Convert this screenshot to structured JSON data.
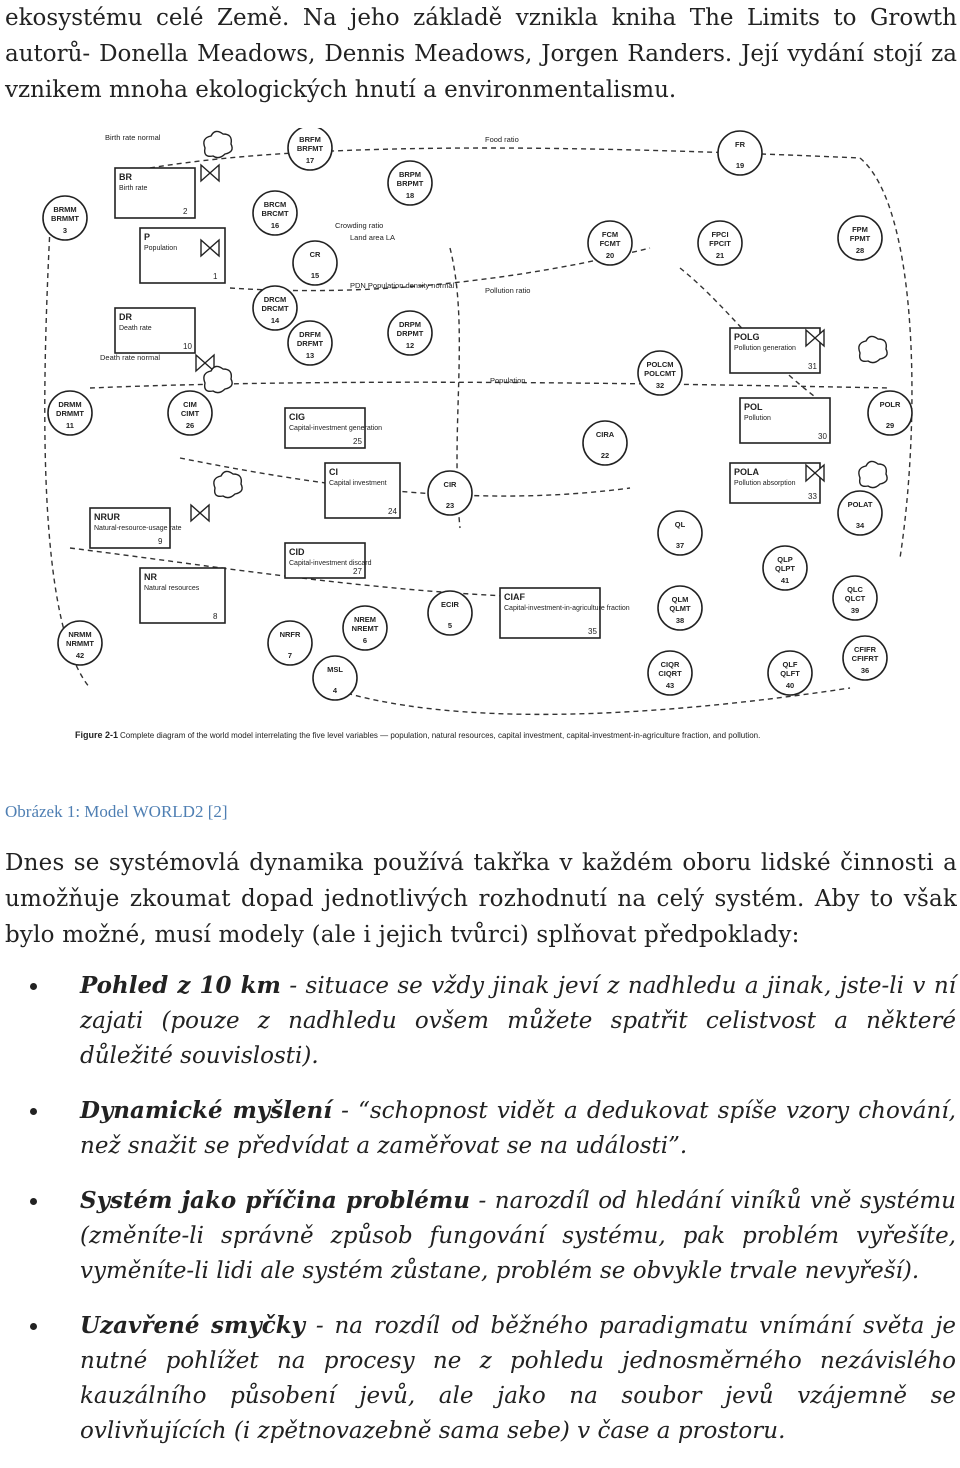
{
  "intro_text": "ekosystému celé Země. Na jeho základě vznikla kniha The Limits to Growth autorů- Donella Meadows, Dennis Meadows, Jorgen Randers. Její vydání stojí za vznikem mnoha ekologických hnutí a environmentalismu.",
  "figure": {
    "figure_label": "Figure 2-1",
    "figure_caption": "Complete diagram of the world model interrelating the five level variables — population, natural resources, capital investment, capital-investment-in-agriculture fraction, and pollution.",
    "levels": [
      {
        "id": "p",
        "code": "P",
        "name": "Population",
        "num": "1"
      },
      {
        "id": "cig",
        "code": "CIG",
        "name": "Capital-investment generation",
        "num": "25"
      },
      {
        "id": "ci",
        "code": "CI",
        "name": "Capital investment",
        "num": "24"
      },
      {
        "id": "cid",
        "code": "CID",
        "name": "Capital-investment discard",
        "num": "27"
      },
      {
        "id": "nr",
        "code": "NR",
        "name": "Natural resources",
        "num": "8"
      },
      {
        "id": "ciaf",
        "code": "CIAF",
        "name": "Capital-investment-in-agriculture fraction",
        "num": "35"
      },
      {
        "id": "pol",
        "code": "POL",
        "name": "Pollution",
        "num": "30"
      },
      {
        "id": "polg",
        "code": "POLG",
        "name": "Pollution generation",
        "num": "31"
      },
      {
        "id": "pola",
        "code": "POLA",
        "name": "Pollution absorption",
        "num": "33"
      },
      {
        "id": "br",
        "code": "BR",
        "name": "Birth rate",
        "num": "2"
      },
      {
        "id": "dr",
        "code": "DR",
        "name": "Death rate",
        "num": "10"
      },
      {
        "id": "nrur",
        "code": "NRUR",
        "name": "Natural-resource-usage rate",
        "num": "9"
      }
    ],
    "auxiliaries": [
      {
        "id": "brfm",
        "codes": "BRFM BRFMT",
        "num": "17"
      },
      {
        "id": "brpm",
        "codes": "BRPM BRPMT",
        "num": "18"
      },
      {
        "id": "brcm",
        "codes": "BRCM BRCMT",
        "num": "16"
      },
      {
        "id": "brmm",
        "codes": "BRMM BRMMT",
        "num": "3"
      },
      {
        "id": "cr",
        "codes": "CR",
        "num": "15"
      },
      {
        "id": "drcm",
        "codes": "DRCM DRCMT",
        "num": "14"
      },
      {
        "id": "drfm",
        "codes": "DRFM DRFMT",
        "num": "13"
      },
      {
        "id": "drpm",
        "codes": "DRPM DRPMT",
        "num": "12"
      },
      {
        "id": "fr",
        "codes": "FR",
        "num": "19"
      },
      {
        "id": "fcm",
        "codes": "FCM FCMT",
        "num": "20"
      },
      {
        "id": "fpci",
        "codes": "FPCI FPCIT",
        "num": "21"
      },
      {
        "id": "fpm",
        "codes": "FPM FPMT",
        "num": "28"
      },
      {
        "id": "drmm",
        "codes": "DRMM DRMMT",
        "num": "11"
      },
      {
        "id": "cim",
        "codes": "CIM CIMT",
        "num": "26"
      },
      {
        "id": "cira",
        "codes": "CIRA",
        "num": "22"
      },
      {
        "id": "cir",
        "codes": "CIR",
        "num": "23"
      },
      {
        "id": "polcm",
        "codes": "POLCM POLCMT",
        "num": "32"
      },
      {
        "id": "polr",
        "codes": "POLR",
        "num": "29"
      },
      {
        "id": "polat",
        "codes": "POLAT",
        "num": "34"
      },
      {
        "id": "ql",
        "codes": "QL",
        "num": "37"
      },
      {
        "id": "qlp",
        "codes": "QLP QLPT",
        "num": "41"
      },
      {
        "id": "qlm",
        "codes": "QLM QLMT",
        "num": "38"
      },
      {
        "id": "qlc",
        "codes": "QLC QLCT",
        "num": "39"
      },
      {
        "id": "ecir",
        "codes": "ECIR",
        "num": "5"
      },
      {
        "id": "nrem",
        "codes": "NREM NREMT",
        "num": "6"
      },
      {
        "id": "nrfr",
        "codes": "NRFR",
        "num": "7"
      },
      {
        "id": "nrmm",
        "codes": "NRMM NRMMT",
        "num": "42"
      },
      {
        "id": "msl",
        "codes": "MSL",
        "num": "4"
      },
      {
        "id": "ciqr",
        "codes": "CIQR CIQRT",
        "num": "43"
      },
      {
        "id": "qlf",
        "codes": "QLF QLFT",
        "num": "40"
      },
      {
        "id": "cfifr",
        "codes": "CFIFR CFIFRT",
        "num": "36"
      }
    ],
    "labels": {
      "birth_rate_normal": "Birth rate normal",
      "death_rate_normal": "Death rate normal",
      "food_ratio": "Food ratio",
      "population": "Population",
      "pollution_ratio": "Pollution ratio",
      "crowding_ratio": "Crowding ratio",
      "land_area": "Land area LA",
      "pdn": "PDN Population density normal"
    }
  },
  "caption": "Obrázek 1: Model WORLD2 [2]",
  "paragraph": "Dnes se systémovlá dynamika používá takřka v každém oboru lidské činnosti a umožňuje zkoumat dopad jednotlivých rozhodnutí na celý systém. Aby to však bylo možné, musí modely (ale i jejich tvůrci) splňovat předpoklady:",
  "bullets": [
    {
      "term": "Pohled z 10 km",
      "text": " - situace se vždy jinak jeví z nadhledu a jinak, jste-li v ní zajati (pouze z nadhledu ovšem můžete spatřit celistvost a některé důležité souvislosti)."
    },
    {
      "term": "Dynamické myšlení",
      "text": " - “schopnost vidět a dedukovat spíše vzory chování, než snažit se předvídat a zaměřovat se na události”."
    },
    {
      "term": "Systém jako příčina problému",
      "text": " - narozdíl od hledání viníků vně systému (změníte-li správně způsob fungování systému, pak problém vyřešíte, vyměníte-li lidi ale systém zůstane, problém se obvykle trvale nevyřeší)."
    },
    {
      "term": "Uzavřené smyčky",
      "text": " - na rozdíl od běžného paradigmatu vnímání světa je nutné pohlížet na procesy ne z pohledu jednosměrného nezávislého kauzálního působení jevů, ale jako na soubor jevů vzájemně se ovlivňujících (i zpětnovazebně sama sebe) v čase a prostoru."
    }
  ]
}
